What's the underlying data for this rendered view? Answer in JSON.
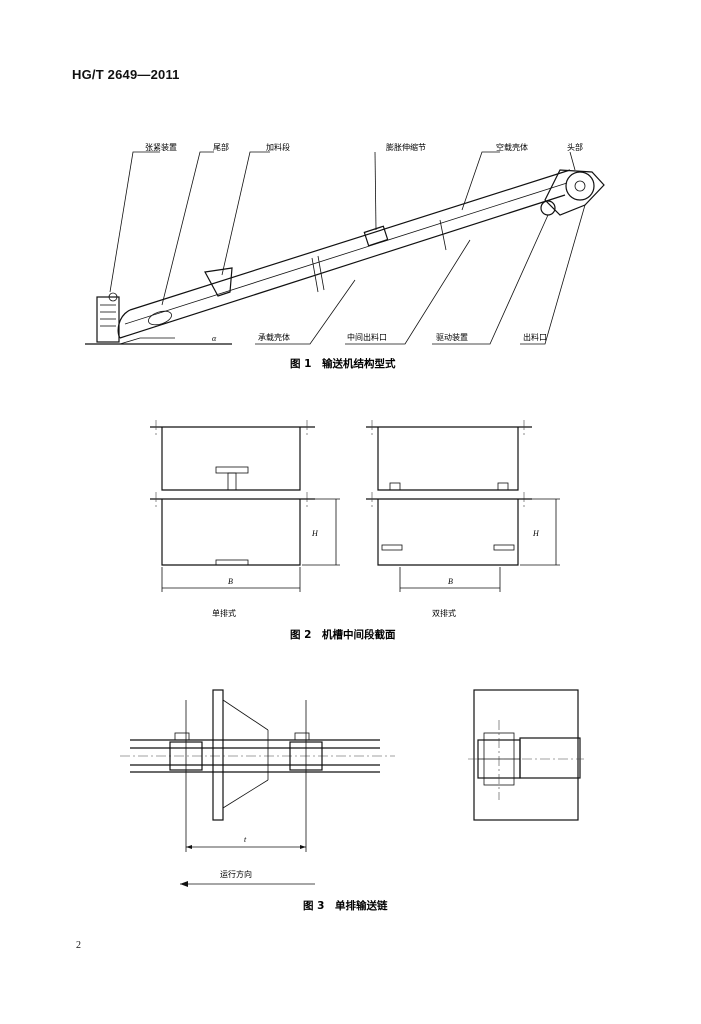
{
  "header": {
    "standard_code": "HG/T 2649—2011"
  },
  "figure1": {
    "caption": "图 1　输送机结构型式",
    "labels": {
      "tensioner": "张紧装置",
      "tail": "尾部",
      "feed_section": "加料段",
      "expansion_joint": "膨胀伸缩节",
      "empty_casing": "空载壳体",
      "head": "头部",
      "loaded_casing": "承载壳体",
      "middle_outlet": "中间出料口",
      "drive": "驱动装置",
      "outlet": "出料口"
    },
    "angle_symbol": "α"
  },
  "figure2": {
    "caption": "图 2　机槽中间段截面",
    "left_label": "单排式",
    "right_label": "双排式",
    "dim_h": "H",
    "dim_b": "B"
  },
  "figure3": {
    "caption": "图 3　单排输送链",
    "pitch_symbol": "t",
    "direction_label": "运行方向"
  },
  "footer": {
    "page_number": "2"
  }
}
